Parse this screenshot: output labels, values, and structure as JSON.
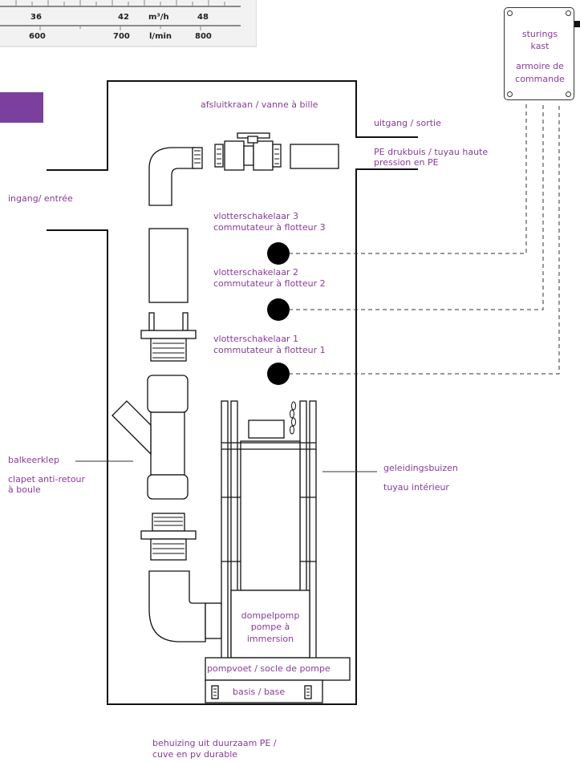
{
  "flow_scale": {
    "m3h_values": [
      "36",
      "42",
      "48"
    ],
    "m3h_unit": "m³/h",
    "lmin_values": [
      "600",
      "700",
      "800"
    ],
    "lmin_unit": "l/min"
  },
  "control_box": {
    "line1": "sturings",
    "line2": "kast",
    "line3": "armoire de",
    "line4": "commande"
  },
  "labels": {
    "shutoff_valve": "afsluitkraan / vanne à bille",
    "outlet": "uitgang / sortie",
    "pe_pipe_line1": "PE drukbuis / tuyau haute",
    "pe_pipe_line2": "pression en PE",
    "inlet": "ingang/ entrée",
    "float3_line1": "vlotterschakelaar 3",
    "float3_line2": "commutateur à flotteur 3",
    "float2_line1": "vlotterschakelaar 2",
    "float2_line2": "commutateur à flotteur 2",
    "float1_line1": "vlotterschakelaar 1",
    "float1_line2": "commutateur à flotteur 1",
    "check_valve_nl": "balkeerklep",
    "check_valve_fr_line1": "clapet anti-retour",
    "check_valve_fr_line2": "à boule",
    "guide_pipes_nl": "geleidingsbuizen",
    "guide_pipes_fr": "tuyau intérieur",
    "pump_line1": "dompelpomp",
    "pump_line2": "pompe à",
    "pump_line3": "immersion",
    "pump_foot": "pompvoet / socle de pompe",
    "base": "basis / base",
    "housing_line1": "behuizing uit duurzaam PE /",
    "housing_line2": "cuve en pv durable"
  },
  "colors": {
    "label_text": "#8a3a9a",
    "accent_chip": "#7b3f9e",
    "line": "#111111"
  }
}
